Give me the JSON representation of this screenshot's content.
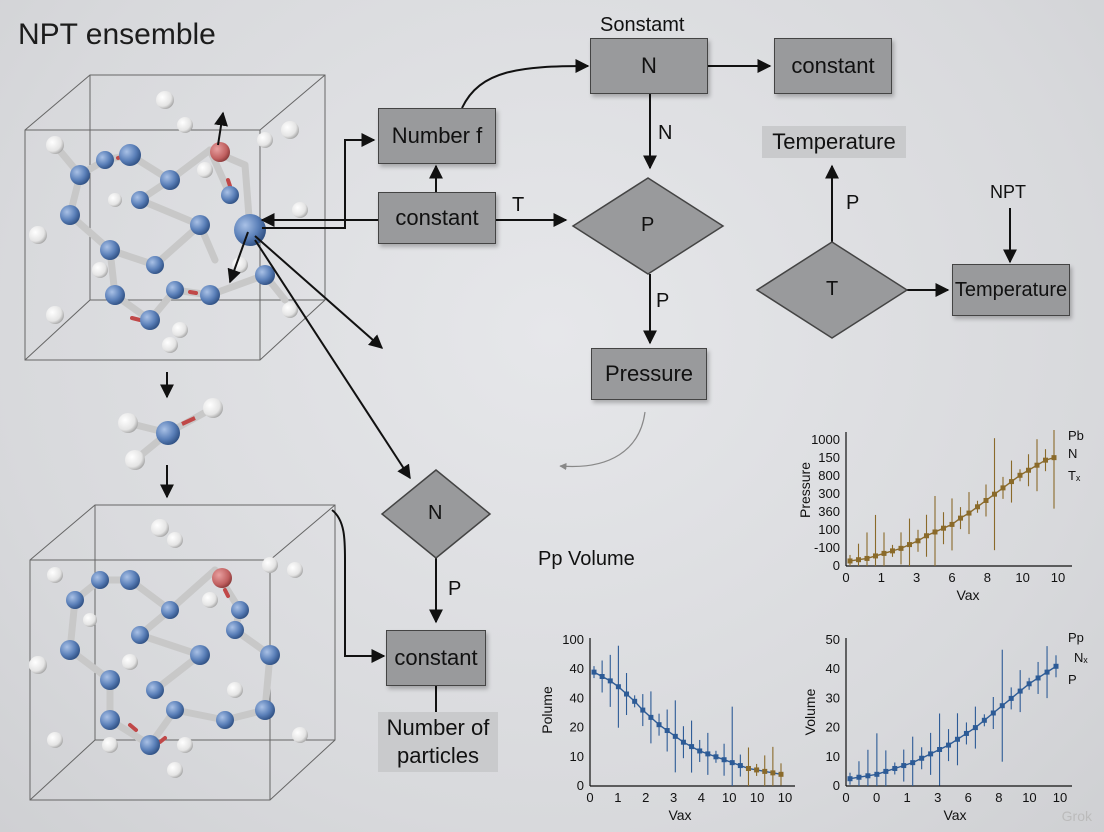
{
  "title": "NPT ensemble",
  "colors": {
    "box": "#999a9c",
    "blue": "#2d5b96",
    "brown": "#8a6a2a",
    "atom_blue": "#5a7fb8",
    "atom_red": "#c04848"
  },
  "diagram": {
    "top_label": "Sonstamt",
    "box_number_f": "Number f",
    "box_constant_mid": "constant",
    "box_N_top": "N",
    "box_constant_top": "constant",
    "box_temperature_top": "Temperature",
    "box_temperature_right": "Temperature",
    "box_pressure": "Pressure",
    "box_constant_bottom": "constant",
    "number_of_particles": "Number of particles",
    "diamond_P": "P",
    "diamond_T": "T",
    "diamond_N": "N",
    "edge_T": "T",
    "edge_N": "N",
    "edge_P_pressure": "P",
    "edge_P_temp": "P",
    "edge_P_bottom": "P",
    "npt_label": "NPT",
    "pp_volume": "Pp Volume"
  },
  "chart_data": [
    {
      "type": "line",
      "name": "pressure_chart",
      "ylabel": "Preѕѕure",
      "xlabel": "Vax",
      "x_ticks": [
        "0",
        "1",
        "3",
        "6",
        "8",
        "10",
        "10"
      ],
      "y_ticks": [
        "0",
        "-100",
        "100",
        "360",
        "300",
        "800",
        "150",
        "1000"
      ],
      "legend": [
        "Pb",
        "N",
        "Tₓ"
      ],
      "color": "#8a6a2a",
      "values": [
        0.04,
        0.05,
        0.06,
        0.08,
        0.1,
        0.12,
        0.14,
        0.17,
        0.2,
        0.24,
        0.27,
        0.3,
        0.33,
        0.38,
        0.42,
        0.47,
        0.52,
        0.57,
        0.62,
        0.67,
        0.72,
        0.76,
        0.8,
        0.84,
        0.86
      ]
    },
    {
      "type": "line",
      "name": "polume_chart",
      "ylabel": "Polume",
      "xlabel": "Vax",
      "x_ticks": [
        "0",
        "1",
        "2",
        "3",
        "4",
        "10",
        "10",
        "10"
      ],
      "y_ticks": [
        "0",
        "10",
        "20",
        "40",
        "40",
        "100"
      ],
      "color": "#2d5b96",
      "values": [
        0.78,
        0.75,
        0.72,
        0.68,
        0.63,
        0.58,
        0.52,
        0.47,
        0.42,
        0.38,
        0.34,
        0.3,
        0.27,
        0.24,
        0.22,
        0.2,
        0.18,
        0.16,
        0.14,
        0.12,
        0.11,
        0.1,
        0.09,
        0.08
      ]
    },
    {
      "type": "line",
      "name": "volume_chart",
      "ylabel": "Volume",
      "xlabel": "Vax",
      "x_ticks": [
        "0",
        "0",
        "1",
        "3",
        "6",
        "8",
        "10",
        "10"
      ],
      "y_ticks": [
        "0",
        "10",
        "20",
        "30",
        "40",
        "50"
      ],
      "legend": [
        "Pp",
        "Nₓ",
        "P"
      ],
      "color": "#2d5b96",
      "values": [
        0.05,
        0.06,
        0.07,
        0.08,
        0.1,
        0.12,
        0.14,
        0.16,
        0.19,
        0.22,
        0.25,
        0.28,
        0.32,
        0.36,
        0.4,
        0.45,
        0.5,
        0.55,
        0.6,
        0.65,
        0.7,
        0.74,
        0.78,
        0.82
      ]
    }
  ],
  "watermark": "Grok"
}
